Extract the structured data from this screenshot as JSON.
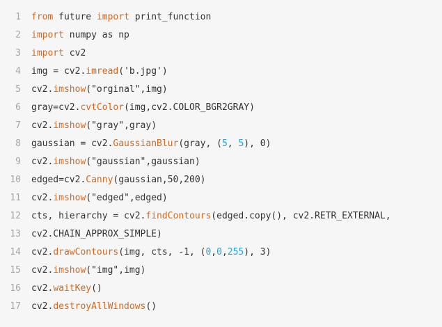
{
  "colors": {
    "background": "#f6f6f6",
    "line_number": "#a6a6a6",
    "plain": "#333333",
    "keyword": "#d2691e",
    "number": "#2a9fd6"
  },
  "code": {
    "lines": [
      {
        "number": "1",
        "tokens": [
          {
            "t": "from",
            "c": "kw"
          },
          {
            "t": " future ",
            "c": "plain"
          },
          {
            "t": "import",
            "c": "kw"
          },
          {
            "t": " print_function",
            "c": "plain"
          }
        ]
      },
      {
        "number": "2",
        "tokens": [
          {
            "t": "import",
            "c": "kw"
          },
          {
            "t": " numpy as np",
            "c": "plain"
          }
        ]
      },
      {
        "number": "3",
        "tokens": [
          {
            "t": "import",
            "c": "kw"
          },
          {
            "t": " cv2",
            "c": "plain"
          }
        ]
      },
      {
        "number": "4",
        "tokens": [
          {
            "t": "img = cv2.",
            "c": "plain"
          },
          {
            "t": "imread",
            "c": "fn"
          },
          {
            "t": "('b.jpg')",
            "c": "plain"
          }
        ]
      },
      {
        "number": "5",
        "tokens": [
          {
            "t": "cv2.",
            "c": "plain"
          },
          {
            "t": "imshow",
            "c": "fn"
          },
          {
            "t": "(\"orginal\",img)",
            "c": "plain"
          }
        ]
      },
      {
        "number": "6",
        "tokens": [
          {
            "t": "gray=cv2.",
            "c": "plain"
          },
          {
            "t": "cvtColor",
            "c": "fn"
          },
          {
            "t": "(img,cv2.COLOR_BGR2GRAY)",
            "c": "plain"
          }
        ]
      },
      {
        "number": "7",
        "tokens": [
          {
            "t": "cv2.",
            "c": "plain"
          },
          {
            "t": "imshow",
            "c": "fn"
          },
          {
            "t": "(\"gray\",gray)",
            "c": "plain"
          }
        ]
      },
      {
        "number": "8",
        "tokens": [
          {
            "t": "gaussian = cv2.",
            "c": "plain"
          },
          {
            "t": "GaussianBlur",
            "c": "fn"
          },
          {
            "t": "(gray, (",
            "c": "plain"
          },
          {
            "t": "5",
            "c": "num"
          },
          {
            "t": ", ",
            "c": "plain"
          },
          {
            "t": "5",
            "c": "num"
          },
          {
            "t": "), 0)",
            "c": "plain"
          }
        ]
      },
      {
        "number": "9",
        "tokens": [
          {
            "t": "cv2.",
            "c": "plain"
          },
          {
            "t": "imshow",
            "c": "fn"
          },
          {
            "t": "(\"gaussian\",gaussian)",
            "c": "plain"
          }
        ]
      },
      {
        "number": "10",
        "tokens": [
          {
            "t": "edged=cv2.",
            "c": "plain"
          },
          {
            "t": "Canny",
            "c": "fn"
          },
          {
            "t": "(gaussian,50,200)",
            "c": "plain"
          }
        ]
      },
      {
        "number": "11",
        "tokens": [
          {
            "t": "cv2.",
            "c": "plain"
          },
          {
            "t": "imshow",
            "c": "fn"
          },
          {
            "t": "(\"edged\",edged)",
            "c": "plain"
          }
        ]
      },
      {
        "number": "12",
        "tokens": [
          {
            "t": "cts, hierarchy = cv2.",
            "c": "plain"
          },
          {
            "t": "findContours",
            "c": "fn"
          },
          {
            "t": "(edged.copy(), cv2.RETR_EXTERNAL,",
            "c": "plain"
          }
        ]
      },
      {
        "number": "13",
        "tokens": [
          {
            "t": "cv2.CHAIN_APPROX_SIMPLE)",
            "c": "plain"
          }
        ]
      },
      {
        "number": "14",
        "tokens": [
          {
            "t": "cv2.",
            "c": "plain"
          },
          {
            "t": "drawContours",
            "c": "fn"
          },
          {
            "t": "(img, cts, -1, (",
            "c": "plain"
          },
          {
            "t": "0",
            "c": "num"
          },
          {
            "t": ",",
            "c": "plain"
          },
          {
            "t": "0",
            "c": "num"
          },
          {
            "t": ",",
            "c": "plain"
          },
          {
            "t": "255",
            "c": "num"
          },
          {
            "t": "), 3)",
            "c": "plain"
          }
        ]
      },
      {
        "number": "15",
        "tokens": [
          {
            "t": "cv2.",
            "c": "plain"
          },
          {
            "t": "imshow",
            "c": "fn"
          },
          {
            "t": "(\"img\",img)",
            "c": "plain"
          }
        ]
      },
      {
        "number": "16",
        "tokens": [
          {
            "t": "cv2.",
            "c": "plain"
          },
          {
            "t": "waitKey",
            "c": "fn"
          },
          {
            "t": "()",
            "c": "plain"
          }
        ]
      },
      {
        "number": "17",
        "tokens": [
          {
            "t": "cv2.",
            "c": "plain"
          },
          {
            "t": "destroyAllWindows",
            "c": "fn"
          },
          {
            "t": "()",
            "c": "plain"
          }
        ]
      }
    ]
  }
}
